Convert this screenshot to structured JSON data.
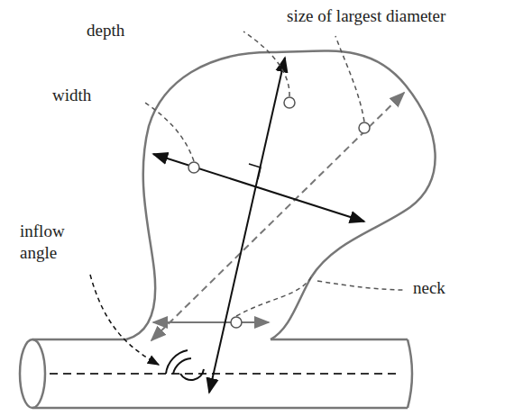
{
  "diagram": {
    "labels": [
      "depth",
      "size of largest diameter",
      "width",
      "inflow angle",
      "neck"
    ]
  }
}
